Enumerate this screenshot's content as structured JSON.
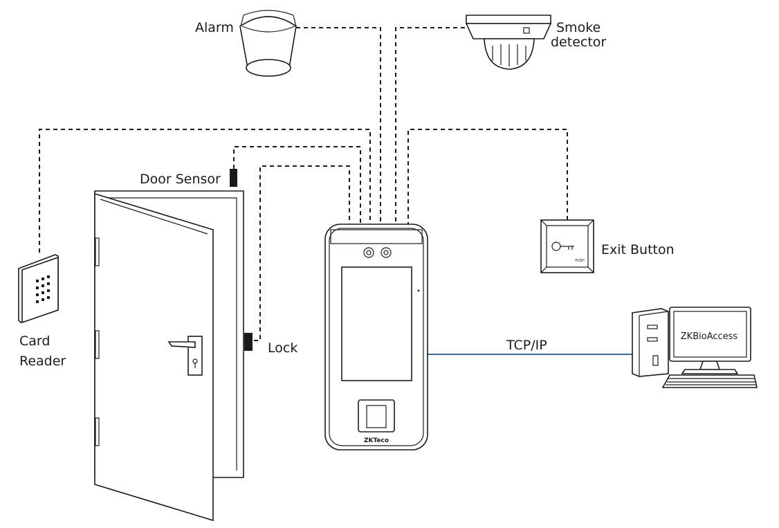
{
  "labels": {
    "alarm": "Alarm",
    "smoke_line1": "Smoke",
    "smoke_line2": "detector",
    "door_sensor": "Door Sensor",
    "card_line1": "Card",
    "card_line2": "Reader",
    "lock": "Lock",
    "exit_button": "Exit Button",
    "tcpip": "TCP/IP",
    "monitor_text": "ZKBioAccess",
    "device_brand": "ZKTeco",
    "exit_button_small": "PUSH"
  },
  "colors": {
    "line": "#1a1a1a",
    "network_line": "#3a6ea5",
    "background": "#ffffff"
  },
  "icons": {
    "alarm": "siren-icon",
    "smoke": "smoke-detector-icon",
    "door": "door-icon",
    "sensor": "door-sensor-icon",
    "lock": "lock-icon",
    "card_reader": "card-reader-icon",
    "terminal": "face-recognition-terminal-icon",
    "exit": "exit-button-icon",
    "computer": "computer-icon"
  }
}
